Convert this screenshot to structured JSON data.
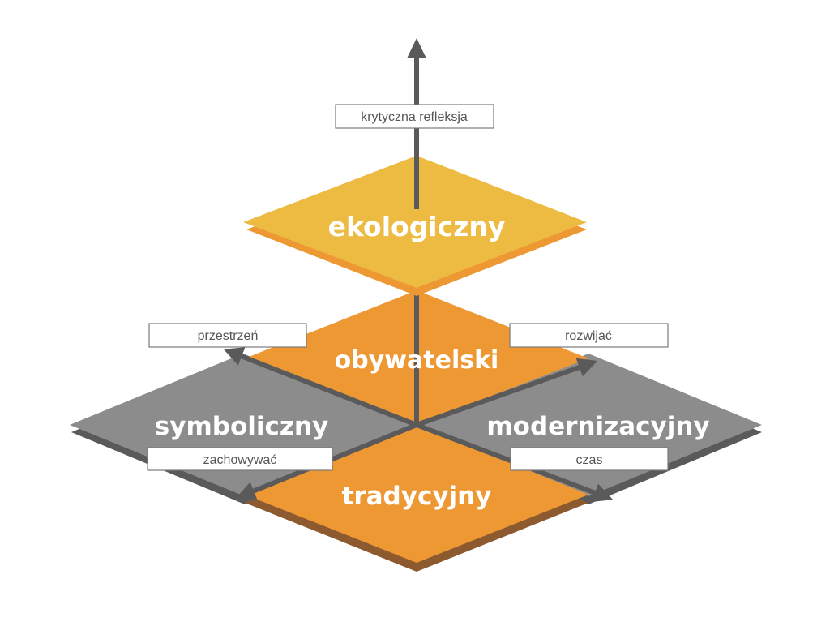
{
  "diagram": {
    "layers": {
      "top": "ekologiczny",
      "back": "obywatelski",
      "left": "symboliczny",
      "right": "modernizacyjny",
      "front": "tradycyjny"
    },
    "arrow_labels": {
      "up": "krytyczna refleksja",
      "upper_left": "przestrzeń",
      "upper_right": "rozwijać",
      "lower_left": "zachowywać",
      "lower_right": "czas"
    },
    "colors": {
      "top_face": "#EDBA42",
      "top_side": "#EE9834",
      "orange_face": "#EE9834",
      "orange_side": "#8C5A2E",
      "gray_face": "#8C8C8C",
      "gray_side": "#5A5A5A",
      "arrow": "#5A5A5A"
    }
  }
}
